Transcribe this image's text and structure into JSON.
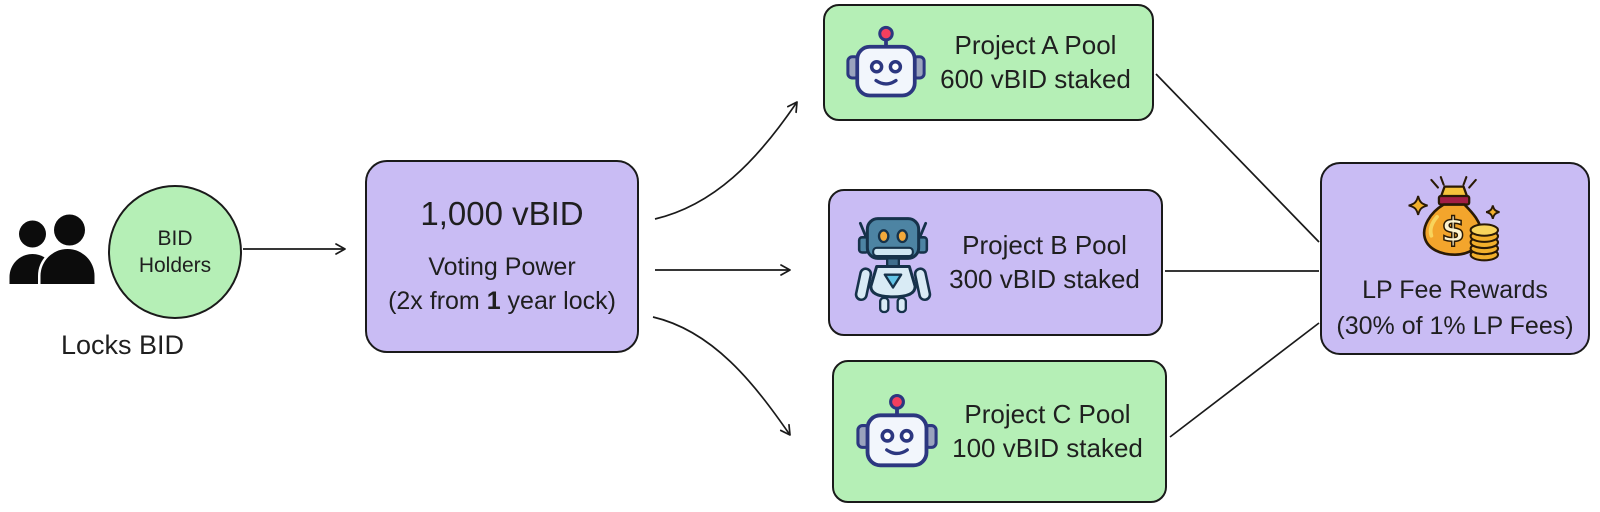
{
  "colors": {
    "green": "#b5efb6",
    "purple": "#c9bcf4",
    "outline": "#1a1a1a"
  },
  "holders": {
    "icon": "people-icon",
    "circle": {
      "line1": "BID",
      "line2": "Holders"
    },
    "caption": "Locks BID"
  },
  "voting": {
    "amount": "1,000 vBID",
    "label": "Voting Power",
    "lock_note_prefix": "(2x from ",
    "lock_note_bold": "1",
    "lock_note_suffix": " year lock)"
  },
  "pools": [
    {
      "icon": "robot-face-icon",
      "name": "Project A Pool",
      "staked": "600 vBID staked",
      "color": "green"
    },
    {
      "icon": "robot-body-icon",
      "name": "Project B Pool",
      "staked": "300 vBID staked",
      "color": "purple"
    },
    {
      "icon": "robot-face-icon",
      "name": "Project C Pool",
      "staked": "100 vBID staked",
      "color": "green"
    }
  ],
  "rewards": {
    "icon": "money-bag-icon",
    "title": "LP Fee Rewards",
    "subtitle": "(30% of 1% LP Fees)"
  }
}
